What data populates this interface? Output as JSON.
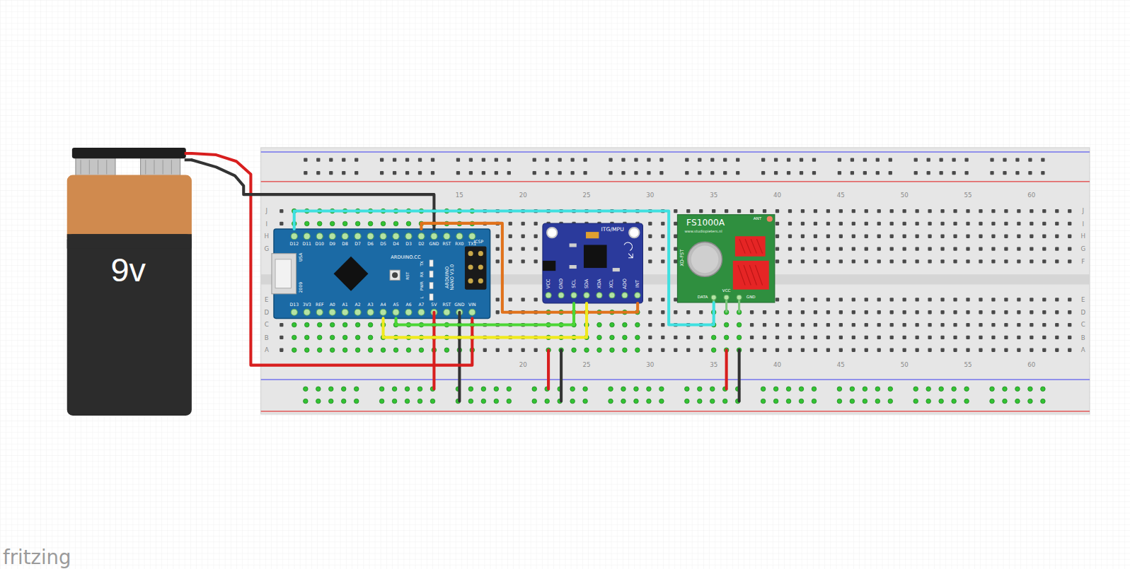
{
  "diagram": {
    "nodes": [
      {
        "text": [
          "9v"
        ]
      },
      {
        "text": [
          "ARDUINO.CC",
          "ARDUINO NANO V3.0"
        ]
      },
      {
        "text": [
          "ITG/MPU"
        ]
      },
      {
        "text": [
          "FS1000A",
          "www.studiopieters.nl",
          "XD-FST"
        ]
      }
    ],
    "edges": [
      {
        "from": 0,
        "to": 1,
        "arrow": "none"
      },
      {
        "from": 0,
        "to": 1,
        "arrow": "none"
      },
      {
        "from": 1,
        "to": 2,
        "arrow": "none"
      },
      {
        "from": 1,
        "to": 2,
        "arrow": "none"
      },
      {
        "from": 1,
        "to": 2,
        "arrow": "none"
      },
      {
        "from": 1,
        "to": 3,
        "arrow": "none"
      }
    ],
    "labels": [
      "D12",
      "D11",
      "D10",
      "D9",
      "D8",
      "D7",
      "D6",
      "D5",
      "D4",
      "D3",
      "D2",
      "GND",
      "RST",
      "RX0",
      "TX1",
      "D13",
      "3V3",
      "REF",
      "A0",
      "A1",
      "A2",
      "A3",
      "A4",
      "A5",
      "A6",
      "A7",
      "5V",
      "RST",
      "GND",
      "VIN",
      "TX",
      "RX",
      "PWR",
      "L",
      "RST",
      "ICSP",
      "USA",
      "2009",
      "VCC",
      "GND",
      "SCL",
      "SDA",
      "XDA",
      "XCL",
      "ADO",
      "INT",
      "ANT",
      "DATA",
      "VCC",
      "GND",
      "15",
      "20",
      "25",
      "30",
      "35",
      "40",
      "45",
      "50",
      "55",
      "60",
      "20",
      "25",
      "30",
      "35",
      "40",
      "45",
      "50",
      "55",
      "60",
      "J",
      "I",
      "H",
      "G",
      "E",
      "D",
      "C",
      "B",
      "A",
      "J",
      "I",
      "H",
      "G",
      "F",
      "E",
      "D",
      "C",
      "B",
      "A",
      "fritzing"
    ]
  }
}
